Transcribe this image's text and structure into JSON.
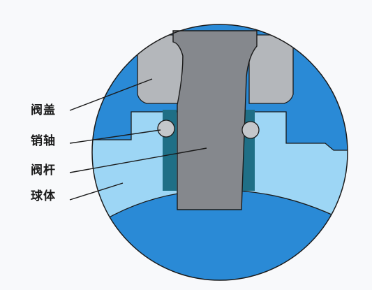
{
  "labels": {
    "bonnet": "阀盖",
    "pin_shaft": "销轴",
    "stem": "阀杆",
    "ball": "球体"
  },
  "colors": {
    "background": "#f8f9fb",
    "ball_dark_blue": "#2a8ad6",
    "ball_light_blue": "#9dd6f5",
    "stem_gray": "#85888d",
    "bonnet_gray": "#b4b7bb",
    "seal_teal": "#1f6f86",
    "pin_gray": "#c4c7cb",
    "outline": "#1a1a1a",
    "leader_line": "#1a1a1a"
  }
}
